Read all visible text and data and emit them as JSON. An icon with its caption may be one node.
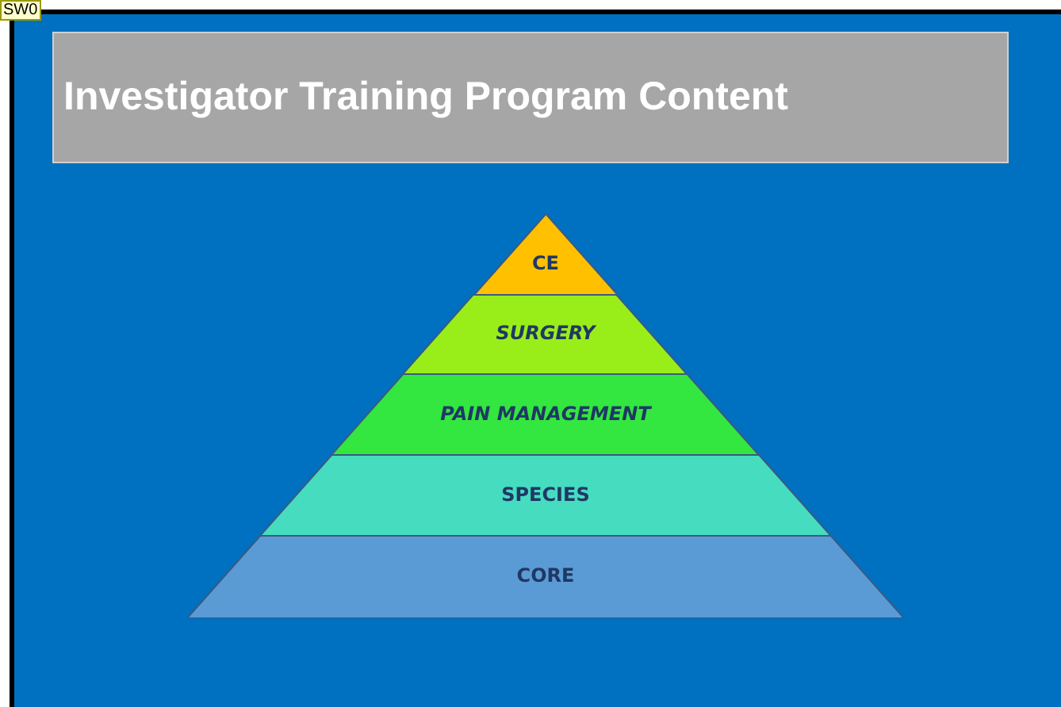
{
  "diagram": {
    "title": "Investigator Training Program Content",
    "nodes": [
      {
        "text": [
          "CE"
        ]
      },
      {
        "text": [
          "SURGERY"
        ]
      },
      {
        "text": [
          "PAIN MANAGEMENT"
        ]
      },
      {
        "text": [
          "SPECIES"
        ]
      },
      {
        "text": [
          "CORE"
        ]
      }
    ],
    "labels": [
      "SW0"
    ]
  }
}
